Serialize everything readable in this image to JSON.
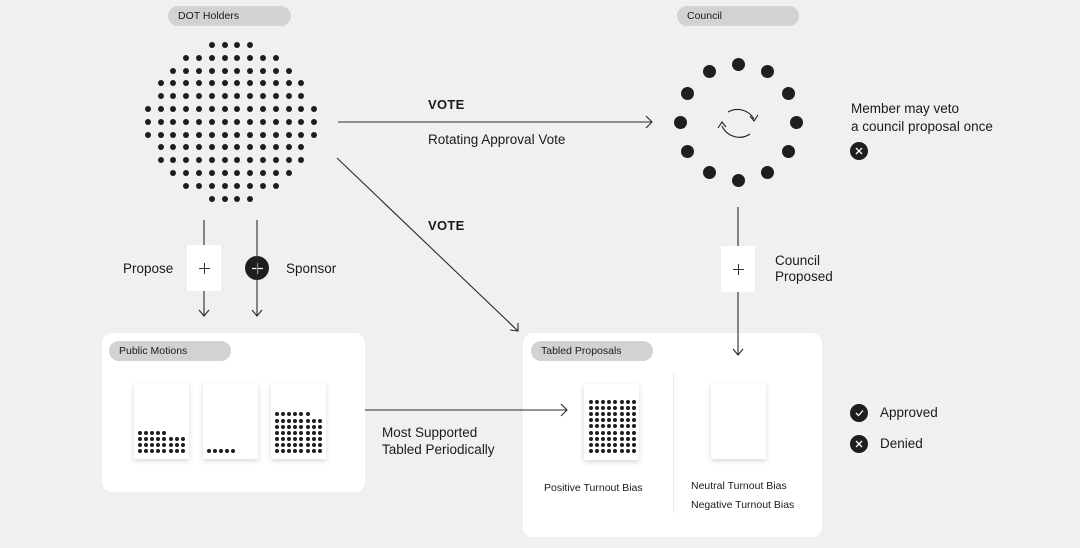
{
  "dot_holders": {
    "label": "DOT Holders",
    "grid_row_counts": [
      4,
      8,
      10,
      12,
      12,
      14,
      14,
      14,
      12,
      12,
      10,
      8,
      4
    ]
  },
  "council": {
    "label": "Council",
    "member_count": 12,
    "veto_note_line1": "Member may veto",
    "veto_note_line2": "a council proposal once",
    "rotate_icon": "rotate-arrows-icon",
    "veto_icon": "close-circle-icon"
  },
  "flows": {
    "vote_to_council_title": "VOTE",
    "vote_to_council_subtitle": "Rotating Approval Vote",
    "vote_to_tabled_title": "VOTE",
    "propose_label": "Propose",
    "sponsor_label": "Sponsor",
    "council_proposed_line1": "Council",
    "council_proposed_line2": "Proposed",
    "most_supported_line1": "Most Supported",
    "most_supported_line2": "Tabled Periodically",
    "plus_icon": "plus-icon"
  },
  "public_motions": {
    "label": "Public Motions",
    "cards": [
      {
        "row_counts": [
          5,
          8,
          8,
          8
        ]
      },
      {
        "row_counts": [
          5
        ]
      },
      {
        "row_counts": [
          6,
          8,
          8,
          8,
          8,
          8,
          8
        ]
      }
    ]
  },
  "tabled_proposals": {
    "label": "Tabled Proposals",
    "positive": {
      "label": "Positive Turnout Bias",
      "rows": 9,
      "cols": 8
    },
    "neutral_label": "Neutral Turnout Bias",
    "negative_label": "Negative Turnout Bias"
  },
  "legend": {
    "approved_label": "Approved",
    "denied_label": "Denied",
    "approved_icon": "check-circle-icon",
    "denied_icon": "close-circle-icon"
  },
  "colors": {
    "background": "#f0f0f0",
    "ink": "#1e1e1e",
    "pill": "#d2d2d2",
    "panel": "#ffffff"
  }
}
